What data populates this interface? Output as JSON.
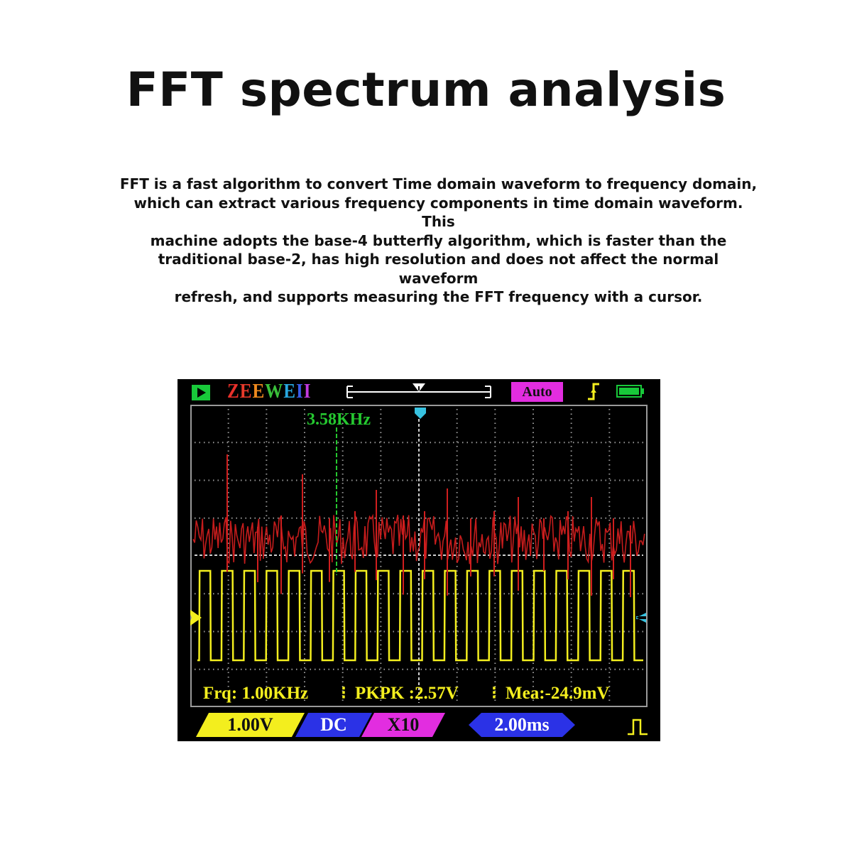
{
  "title": "FFT spectrum analysis",
  "description": [
    "FFT is a fast algorithm to convert Time domain waveform to frequency domain,",
    "which can extract various frequency components in time domain waveform. This",
    "machine adopts the base-4 butterfly algorithm, which is faster than the",
    "traditional base-2, has high resolution and does not affect the normal waveform",
    "refresh, and supports measuring the FFT frequency with a cursor."
  ],
  "scope": {
    "brand": "ZEEWEII",
    "brand_letters": [
      {
        "ch": "Z",
        "color": "#e8302a"
      },
      {
        "ch": "E",
        "color": "#e83a2a"
      },
      {
        "ch": "E",
        "color": "#f08a1e"
      },
      {
        "ch": "W",
        "color": "#39c03a"
      },
      {
        "ch": "E",
        "color": "#28a8e0"
      },
      {
        "ch": "I",
        "color": "#3a5ce8"
      },
      {
        "ch": "I",
        "color": "#c23ae0"
      }
    ],
    "run_state_icon": "play-icon",
    "trigger_mode": "Auto",
    "trigger_edge_icon": "rising-edge-icon",
    "battery_icon": "battery-icon",
    "fft_cursor_label": "3.58KHz",
    "measurements": {
      "frequency": "Frq: 1.00KHz",
      "pkpk": "PKPK :2.57V",
      "mean": "Mea:-24.9mV"
    },
    "channel": {
      "volts_per_div": "1.00V",
      "coupling": "DC",
      "probe": "X10",
      "time_per_div": "2.00ms",
      "waveform_icon": "square-pulse-icon"
    },
    "colors": {
      "grid": "#9a9a9a",
      "square_wave": "#f3ee1e",
      "fft": "#d01e1e",
      "cursor": "#25c830",
      "trigger_marker": "#37c2e0",
      "measure_text": "#f3ee1e"
    },
    "square_wave_cycles": 20
  }
}
